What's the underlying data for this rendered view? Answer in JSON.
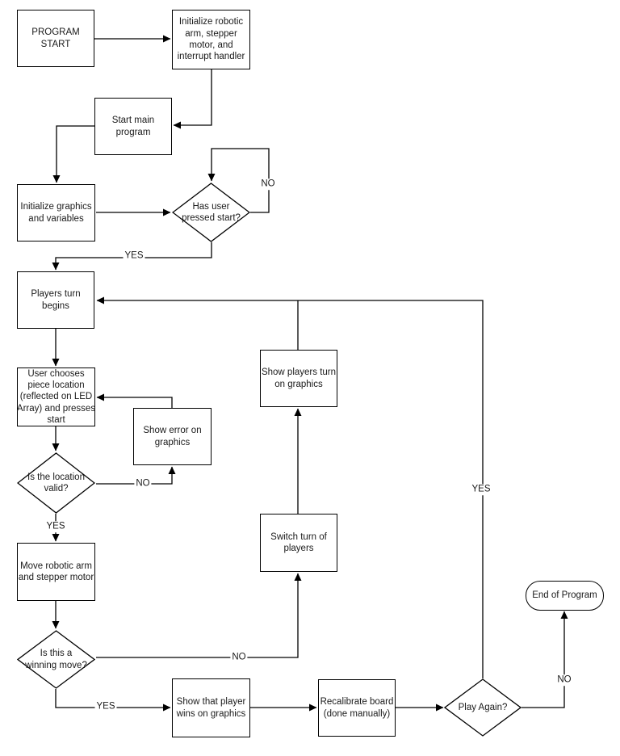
{
  "nodes": {
    "program_start": {
      "label": "PROGRAM\nSTART",
      "type": "process"
    },
    "init_robotic": {
      "label": "Initialize robotic\narm, stepper\nmotor, and\ninterrupt handler",
      "type": "process"
    },
    "start_main": {
      "label": "Start main\nprogram",
      "type": "process"
    },
    "init_graphics": {
      "label": "Initialize graphics\nand variables",
      "type": "process"
    },
    "pressed_start": {
      "label": "Has user\npressed start?",
      "type": "decision"
    },
    "players_turn": {
      "label": "Players turn\nbegins",
      "type": "process"
    },
    "user_chooses": {
      "label": "User chooses\npiece location\n(reflected on LED\nArray) and presses\nstart",
      "type": "process"
    },
    "show_error": {
      "label": "Show error on\ngraphics",
      "type": "process"
    },
    "location_valid": {
      "label": "Is the location\nvalid?",
      "type": "decision"
    },
    "move_robotic": {
      "label": "Move robotic arm\nand stepper motor",
      "type": "process"
    },
    "winning_move": {
      "label": "Is this a\nwinning move?",
      "type": "decision"
    },
    "switch_turn": {
      "label": "Switch turn of\nplayers",
      "type": "process"
    },
    "show_players_turn": {
      "label": "Show players turn\non graphics",
      "type": "process"
    },
    "show_wins": {
      "label": "Show that player\nwins on graphics",
      "type": "process"
    },
    "recalibrate": {
      "label": "Recalibrate board\n(done manually)",
      "type": "process"
    },
    "play_again": {
      "label": "Play Again?",
      "type": "decision"
    },
    "end_program": {
      "label": "End of Program",
      "type": "terminator"
    }
  },
  "edge_labels": {
    "pressed_start_no": "NO",
    "pressed_start_yes": "YES",
    "location_no": "NO",
    "location_yes": "YES",
    "winning_no": "NO",
    "winning_yes": "YES",
    "play_again_yes": "YES",
    "play_again_no": "NO"
  },
  "colors": {
    "stroke": "#000000",
    "text": "#1a1a1a",
    "background": "#ffffff"
  }
}
